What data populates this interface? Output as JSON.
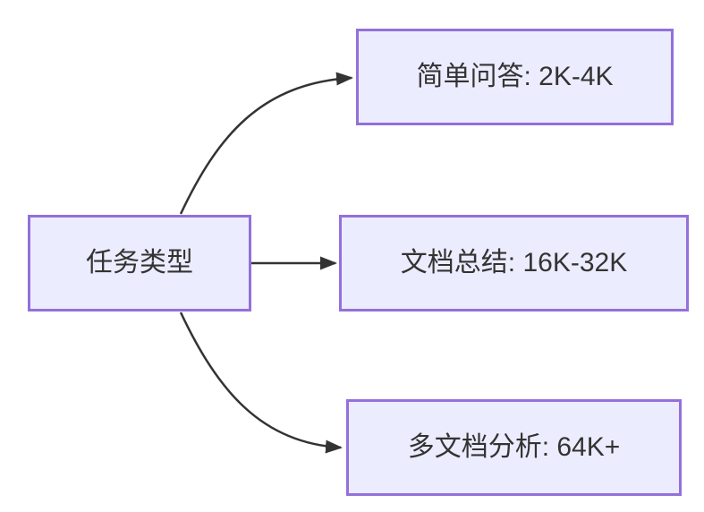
{
  "diagram": {
    "type": "flowchart-LR",
    "root": {
      "id": "task-type",
      "label": "任务类型"
    },
    "children": [
      {
        "id": "simple-qa",
        "label": "简单问答: 2K-4K"
      },
      {
        "id": "doc-summary",
        "label": "文档总结: 16K-32K"
      },
      {
        "id": "multi-doc",
        "label": "多文档分析: 64K+"
      }
    ],
    "edges": [
      {
        "from": "任务类型",
        "to": "简单问答: 2K-4K"
      },
      {
        "from": "任务类型",
        "to": "文档总结: 16K-32K"
      },
      {
        "from": "任务类型",
        "to": "多文档分析: 64K+"
      }
    ],
    "colors": {
      "node_fill": "#ECECFF",
      "node_border": "#9370DB",
      "edge": "#333333",
      "text": "#333333",
      "background": "#FFFFFF"
    }
  }
}
